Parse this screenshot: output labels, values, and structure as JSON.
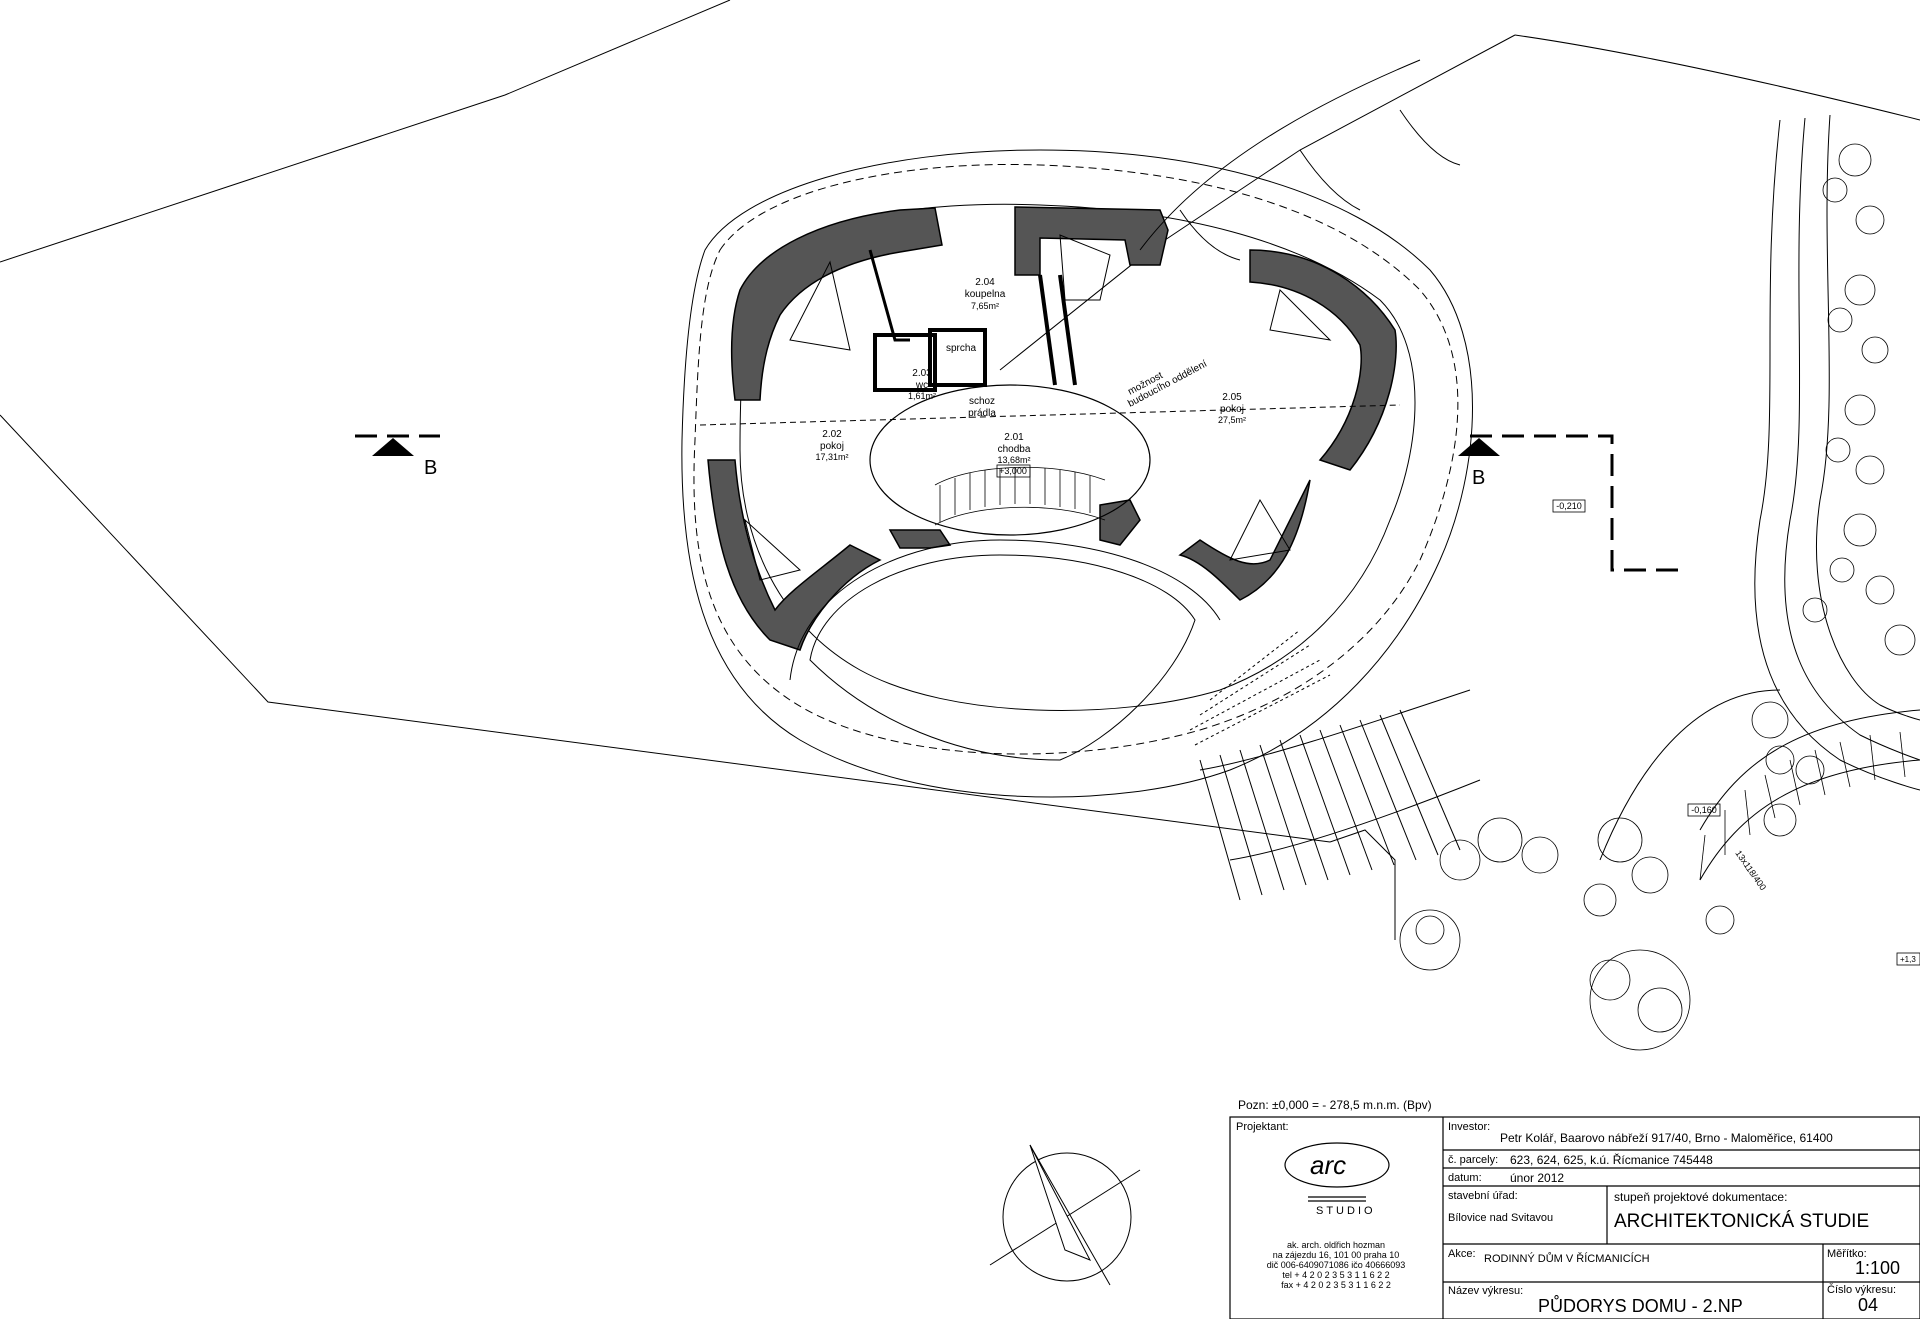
{
  "rooms": [
    {
      "number": "2.04",
      "name": "koupelna",
      "area": "7,65m²"
    },
    {
      "number": "2.03",
      "name": "wc",
      "area": "1,61m²"
    },
    {
      "number": "2.02",
      "name": "pokoj",
      "area": "17,31m²"
    },
    {
      "number": "2.01",
      "name": "chodba",
      "area": "13,68m²",
      "level": "+3,000"
    },
    {
      "number": "2.05",
      "name": "pokoj",
      "area": "27,5m²"
    }
  ],
  "fixtures": {
    "shower": "sprcha",
    "laundry_chute_1": "schoz",
    "laundry_chute_2": "prádla"
  },
  "annotation_divide_1": "možnost",
  "annotation_divide_2": "budoucího oddělení",
  "section_mark": "B",
  "levels": {
    "level_a": "-0,210",
    "level_b": "-0,160",
    "level_c": "+1,3"
  },
  "stair_note": "13x118/400",
  "title_block": {
    "note": "Pozn: ±0,000 = - 278,5 m.n.m. (Bpv)",
    "projektant_label": "Projektant:",
    "logo_text": "arc",
    "logo_sub": "STUDIO",
    "studio_lines": [
      "ak. arch. oldřich hozman",
      "na zájezdu 16, 101 00 praha 10",
      "dič 006-6409071086 ičo 40666093",
      "tel  + 4 2 0   2 3 5   3 1   1 6   2 2",
      "fax  + 4 2 0   2 3 5   3 1   1 6   2 2"
    ],
    "investor_label": "Investor:",
    "investor_value": "Petr Kolář, Baarovo nábřeží 917/40, Brno - Maloměřice, 61400",
    "parcely_label": "č. parcely:",
    "parcely_value": "623, 624, 625, k.ú. Řícmanice 745448",
    "datum_label": "datum:",
    "datum_value": "únor 2012",
    "urad_label": "stavební úřad:",
    "urad_value": "Bílovice nad Svitavou",
    "stupen_label": "stupeň projektové dokumentace:",
    "stupen_value": "ARCHITEKTONICKÁ STUDIE",
    "akce_label": "Akce:",
    "akce_value": "RODINNÝ DŮM V ŘÍCMANICÍCH",
    "meritko_label": "Měřítko:",
    "meritko_value": "1:100",
    "nazev_label": "Název výkresu:",
    "nazev_value": "PŮDORYS DOMU - 2.NP",
    "cislo_label": "Číslo výkresu:",
    "cislo_value": "04"
  }
}
